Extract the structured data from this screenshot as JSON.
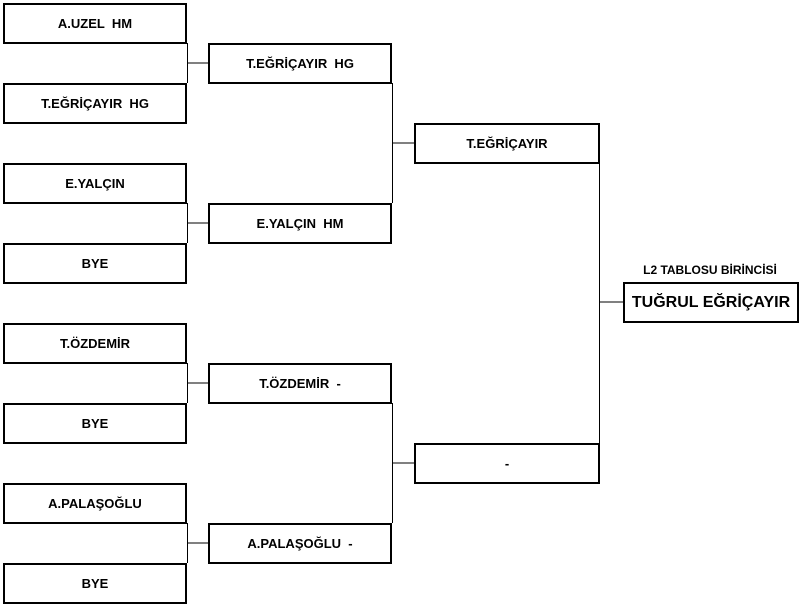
{
  "bracket": {
    "round1": [
      "A.UZEL  HM",
      "T.EĞRİÇAYIR  HG",
      "E.YALÇIN",
      "BYE",
      "T.ÖZDEMİR",
      "BYE",
      "A.PALAŞOĞLU",
      "BYE"
    ],
    "round2": [
      "T.EĞRİÇAYIR  HG",
      "E.YALÇIN  HM",
      "T.ÖZDEMİR  -",
      "A.PALAŞOĞLU  -"
    ],
    "round3": [
      "T.EĞRİÇAYIR",
      "-"
    ],
    "champion_label": "L2 TABLOSU BİRİNCİSİ",
    "champion": "TUĞRUL EĞRİÇAYIR"
  }
}
